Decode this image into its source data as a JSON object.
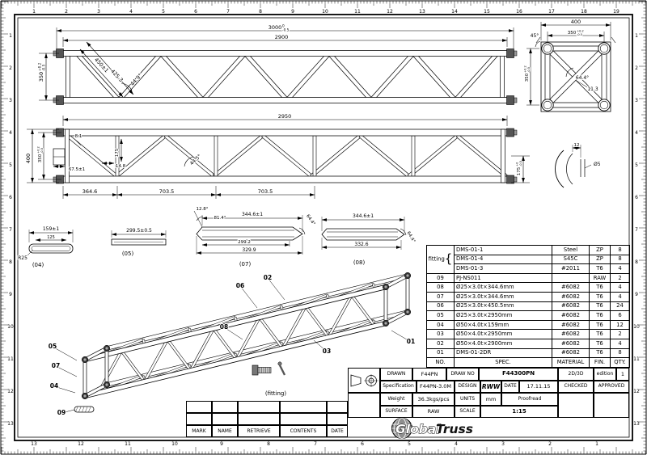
{
  "sheet": {
    "background": "#ffffff",
    "line_color": "#000000"
  },
  "rulers": {
    "top": [
      "1",
      "2",
      "3",
      "4",
      "5",
      "6",
      "7",
      "8",
      "9",
      "10",
      "11",
      "12",
      "13",
      "14",
      "15",
      "16",
      "17",
      "18",
      "19"
    ],
    "bottom": [
      "13",
      "12",
      "11",
      "10",
      "9",
      "8",
      "7",
      "6",
      "5",
      "4",
      "3",
      "2",
      "1"
    ],
    "left": [
      "1",
      "2",
      "3",
      "4",
      "5",
      "6",
      "7",
      "8",
      "9",
      "10",
      "11",
      "12",
      "13"
    ],
    "right": [
      "1",
      "2",
      "3",
      "4",
      "5",
      "6",
      "7",
      "8",
      "9",
      "10",
      "11",
      "12",
      "13"
    ]
  },
  "annotations": {
    "v1_3000": {
      "t": "3000",
      "up": "0",
      "dn": "-0.5"
    },
    "v1_2900": "2900",
    "v1_450": "450±1",
    "v1_4253": "425.3",
    "v1_449": "44.9°",
    "v1_350": {
      "t": "350",
      "up": "+0.2",
      "dn": "-0.5"
    },
    "v2_400": "400",
    "v2_350t": {
      "t": "350",
      "up": "+0.2",
      "dn": "-0.5"
    },
    "v2_350l": {
      "t": "350",
      "up": "+0.2",
      "dn": "-0.5"
    },
    "v2_45": "45°",
    "v2_644": "64.4°",
    "v2_113": "11.3",
    "v3_2950": "2950",
    "v3_400": "400",
    "v3_350": {
      "t": "350",
      "up": "+0.2",
      "dn": "-0.5"
    },
    "v3_81": "8.1",
    "v3_175": "175",
    "v3_675": "67.5±1",
    "v3_148": "14.8",
    "v3_445": "44.5°",
    "v3_175r": {
      "t": "175",
      "up": "+0",
      "dn": "-0.5"
    },
    "v3_3646": "364.6",
    "v3_7035a": "703.5",
    "v3_7035b": "703.5",
    "v4_12": "12",
    "v4_d5": "Ø5",
    "d04_159": "159±1",
    "d04_125": "125",
    "d04_r25": "R25",
    "d04_cap": "(04)",
    "d05_299": "299.5±0.5",
    "d05_cap": "(05)",
    "d07_128": "12.8°",
    "d07_814": "81.4°",
    "d07_344": "344.6±1",
    "d07_2992": "299.2",
    "d07_3299": "329.9",
    "d07_644": "64.4°",
    "d07_cap": "(07)",
    "d08_344": "344.6±1",
    "d08_3326": "332.6",
    "d08_644": "64.4°",
    "d08_cap": "(08)",
    "fit_cap": "(fitting)"
  },
  "balloons": {
    "b01": "01",
    "b02": "02",
    "b03": "03",
    "b04": "04",
    "b05": "05",
    "b06": "06",
    "b07": "07",
    "b08": "08",
    "b09": "09"
  },
  "parts_table": {
    "headers": [
      "NO.",
      "SPEC.",
      "MATERIAL",
      "FIN.",
      "QTY."
    ],
    "fitting_label": "fitting",
    "fitting_rows": [
      {
        "spec": "DMS-01-1",
        "material": "Steel",
        "fin": "ZP",
        "qty": "8"
      },
      {
        "spec": "DMS-01-4",
        "material": "S45C",
        "fin": "ZP",
        "qty": "8"
      },
      {
        "spec": "DMS-01-3",
        "material": "#2011",
        "fin": "T6",
        "qty": "4"
      }
    ],
    "rows": [
      {
        "no": "09",
        "spec": "PJ-NS011",
        "material": "",
        "fin": "RAW",
        "qty": "2"
      },
      {
        "no": "08",
        "spec": "Ø25×3.0t×344.6mm",
        "material": "#6082",
        "fin": "T6",
        "qty": "4"
      },
      {
        "no": "07",
        "spec": "Ø25×3.0t×344.6mm",
        "material": "#6082",
        "fin": "T6",
        "qty": "4"
      },
      {
        "no": "06",
        "spec": "Ø25×3.0t×450.5mm",
        "material": "#6082",
        "fin": "T6",
        "qty": "24"
      },
      {
        "no": "05",
        "spec": "Ø25×3.0t×2950mm",
        "material": "#6082",
        "fin": "T6",
        "qty": "6"
      },
      {
        "no": "04",
        "spec": "Ø50×4.0t×159mm",
        "material": "#6082",
        "fin": "T6",
        "qty": "12"
      },
      {
        "no": "03",
        "spec": "Ø50×4.0t×2950mm",
        "material": "#6082",
        "fin": "T6",
        "qty": "2"
      },
      {
        "no": "02",
        "spec": "Ø50×4.0t×2900mm",
        "material": "#6082",
        "fin": "T6",
        "qty": "4"
      },
      {
        "no": "01",
        "spec": "DMS-01-2DR",
        "material": "#6082",
        "fin": "T6",
        "qty": "8"
      }
    ]
  },
  "title_block": {
    "drawn_label": "DRAWN",
    "drawn_value": "F44PN",
    "drawno_label": "DRAW NO",
    "drawno_value": "F44300PN",
    "mode": "2D/3D",
    "edition_label": "edition",
    "edition_value": "1",
    "spec_label": "Specification",
    "spec_value": "F44PN-3.0M",
    "design_label": "DESIGN",
    "design_value": "RWW",
    "date_label": "DATE",
    "date_value": "17.11.15",
    "checked_label": "CHECKED",
    "approved_label": "APPROVED",
    "weight_label": "Weight",
    "weight_value": "36.3kgs/pcs",
    "units_label": "UNITS",
    "units_value": "mm",
    "proofread_label": "Proofread",
    "surface_label": "SURFACE",
    "surface_value": "RAW",
    "scale_label": "SCALE",
    "scale_value": "1:15"
  },
  "revision_table": {
    "headers": [
      "MARK",
      "NAME",
      "RETRIEVE",
      "CONTENTS",
      "DATE"
    ]
  },
  "logo": {
    "text1": "Global",
    "text2": "Truss"
  }
}
